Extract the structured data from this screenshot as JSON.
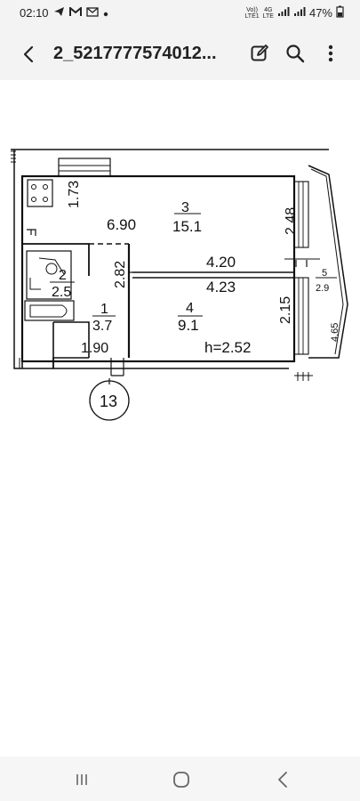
{
  "status_bar": {
    "time": "02:10",
    "volte_top": "Vo))",
    "volte_bottom": "LTE1",
    "network_top": "4G",
    "network_bottom": "LTE",
    "battery": "47%"
  },
  "app_bar": {
    "title": "2_5217777574012..."
  },
  "floor_plan": {
    "room_3_number": "3",
    "room_3_area": "15.1",
    "room_3_length": "6.90",
    "dim_173": "1.73",
    "dim_248": "2.48",
    "dim_420": "4.20",
    "dim_423": "4.23",
    "dim_282": "2.82",
    "room_2_number": "2",
    "room_2_area": "2.5",
    "room_1_number": "1",
    "room_1_area": "3.7",
    "dim_190": "1.90",
    "room_4_number": "4",
    "room_4_area": "9.1",
    "dim_215": "2.15",
    "ceiling_height": "h=2.52",
    "room_5_number": "5",
    "room_5_area": "2.9",
    "dim_465": "4.65",
    "apartment_number": "13"
  }
}
